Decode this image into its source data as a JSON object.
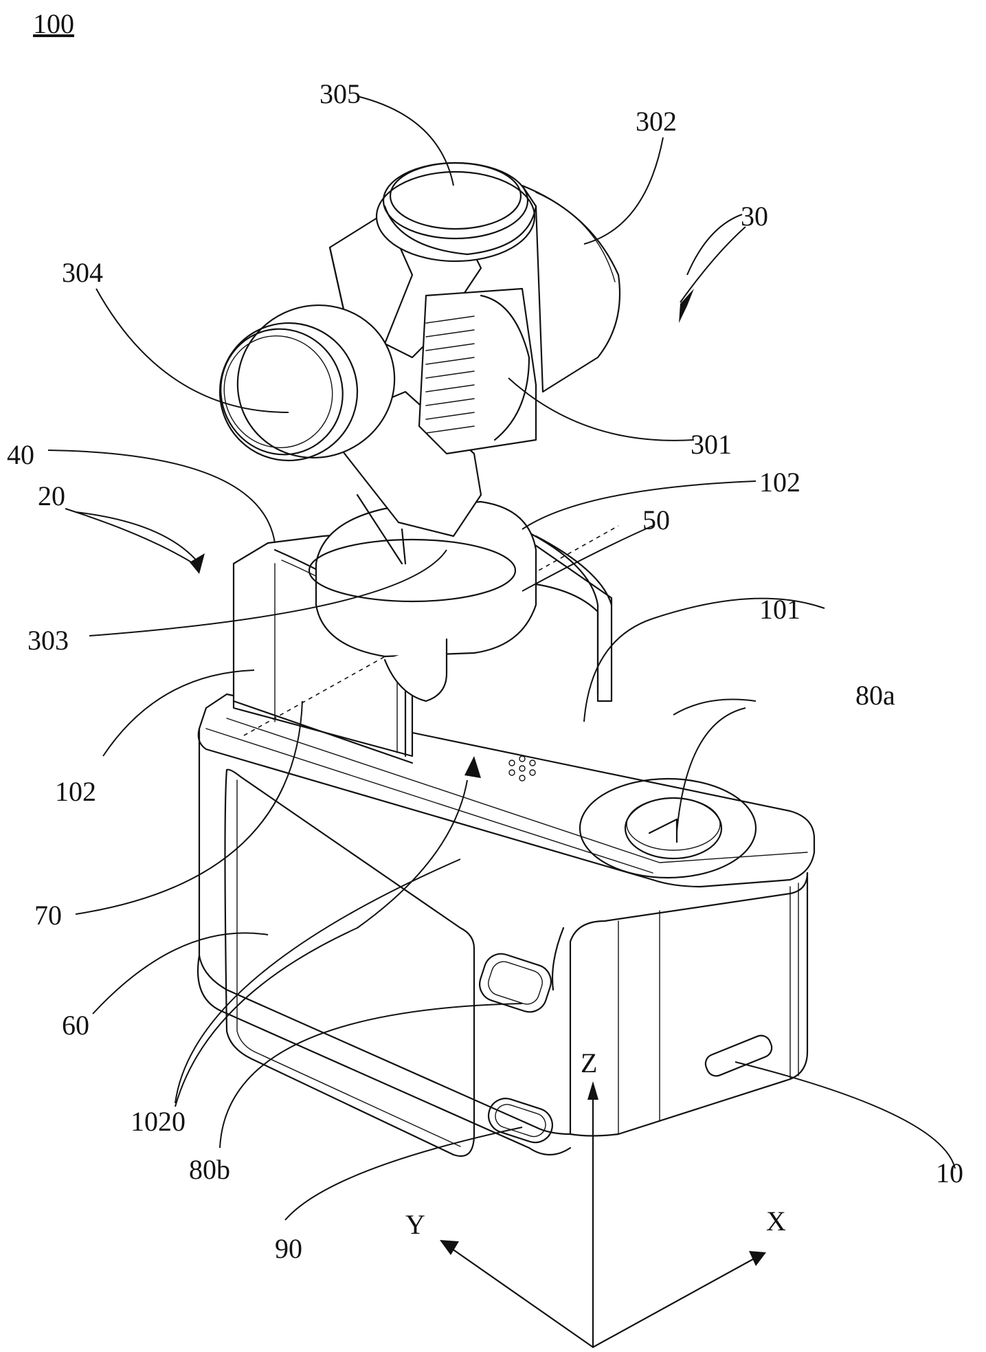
{
  "figure": {
    "title": "100",
    "labels": {
      "n305": "305",
      "n302": "302",
      "n30": "30",
      "n304": "304",
      "n301": "301",
      "n40": "40",
      "n20": "20",
      "n102a": "102",
      "n50": "50",
      "n303": "303",
      "n101": "101",
      "n102b": "102",
      "n80a": "80a",
      "n70": "70",
      "n60": "60",
      "n1020": "1020",
      "n80b": "80b",
      "n10": "10",
      "n90": "90",
      "axisZ": "Z",
      "axisY": "Y",
      "axisX": "X"
    }
  }
}
